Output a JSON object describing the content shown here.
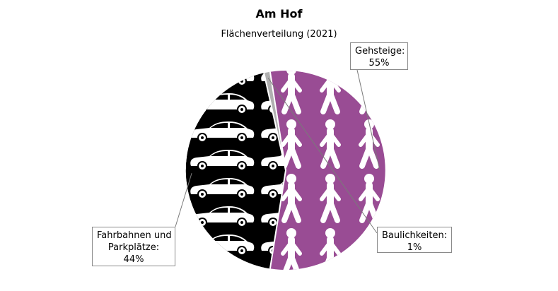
{
  "chart_data": {
    "type": "pie",
    "title": "Am Hof",
    "subtitle": "Flächenverteilung (2021)",
    "slices": [
      {
        "label_lines": [
          "Gehsteige:",
          "55%"
        ],
        "value": 55,
        "color": "#994c94",
        "pattern": "pedestrian-icon"
      },
      {
        "label_lines": [
          "Fahrbahnen und",
          "Parkplätze:",
          "44%"
        ],
        "value": 44,
        "color": "#000000",
        "pattern": "car-icon"
      },
      {
        "label_lines": [
          "Baulichkeiten:",
          "1%"
        ],
        "value": 1,
        "color": "#b0b0b0",
        "pattern": ""
      }
    ],
    "legend": "none"
  }
}
